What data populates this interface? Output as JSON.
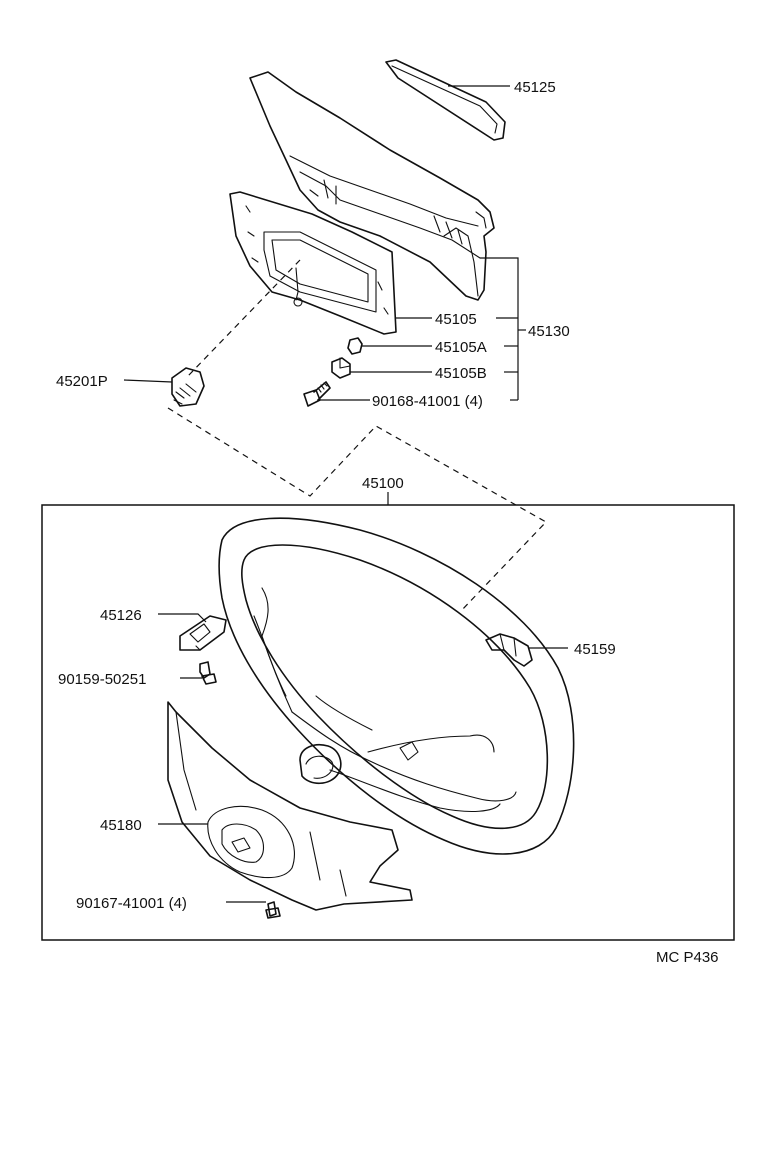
{
  "callouts": {
    "p45125": "45125",
    "p45105": "45105",
    "p45130": "45130",
    "p45105A": "45105A",
    "p45105B": "45105B",
    "p90168": "90168-41001 (4)",
    "p45201P": "45201P",
    "p45100": "45100",
    "p45126": "45126",
    "p45159": "45159",
    "p90159": "90159-50251",
    "p45180": "45180",
    "p90167": "90167-41001 (4)"
  },
  "figure_code": "MC P436"
}
